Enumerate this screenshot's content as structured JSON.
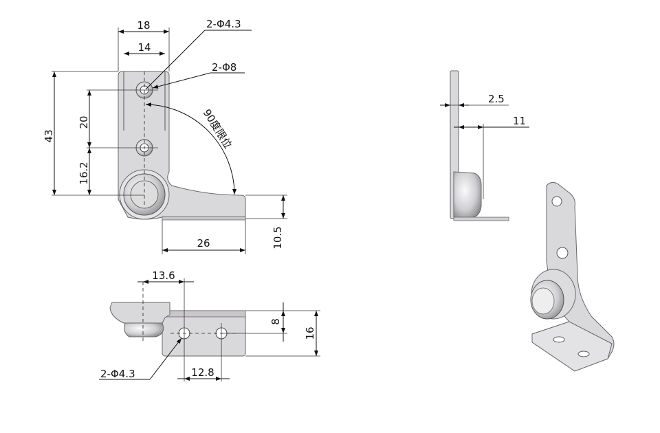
{
  "drawing": {
    "front_view": {
      "width_outer": "18",
      "width_inner": "14",
      "hole_small": "2-Φ4.3",
      "hole_countersink": "2-Φ8",
      "height_total": "43",
      "hole_pitch": "20",
      "hole_to_axis": "16.2",
      "rotation_note": "90度限位",
      "leg_length": "26",
      "leg_height": "10.5"
    },
    "bottom_view": {
      "axis_offset": "13.6",
      "hole_offset": "8",
      "width": "16",
      "hole_label": "2-Φ4.3",
      "hole_pitch": "12.8"
    },
    "side_view": {
      "thickness": "2.5",
      "depth": "11"
    }
  }
}
